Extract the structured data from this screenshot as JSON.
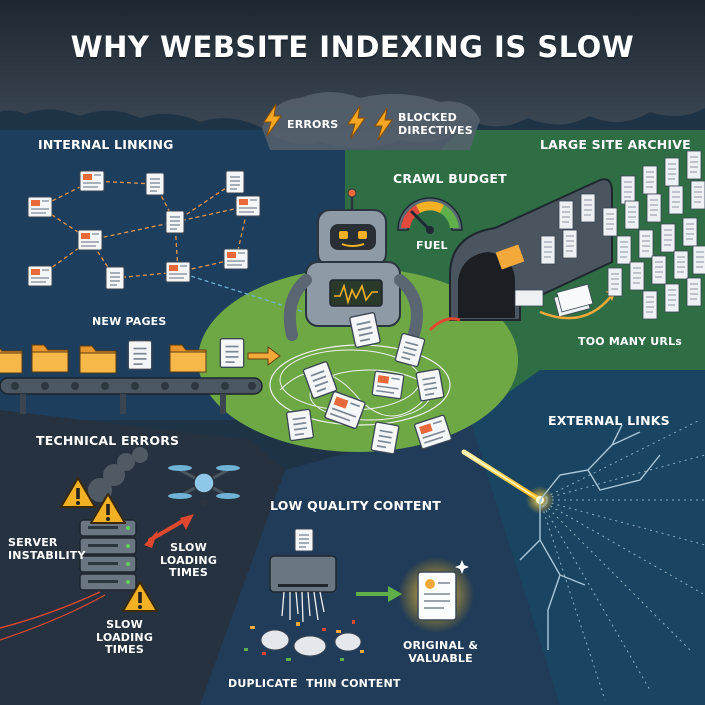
{
  "title": "WHY WEBSITE INDEXING IS SLOW",
  "top_labels": {
    "errors": "ERRORS",
    "blocked_line1": "BLOCKED",
    "blocked_line2": "DIRECTIVES"
  },
  "sections": {
    "internal_linking": "INTERNAL LINKING",
    "large_site_archive": "LARGE SITE ARCHIVE",
    "crawl_budget": "CRAWL BUDGET",
    "fuel": "FUEL",
    "new_pages": "NEW PAGES",
    "too_many_urls": "TOO MANY URLs",
    "technical_errors": "TECHNICAL ERRORS",
    "external_links": "EXTERNAL LINKS",
    "low_quality_content": "LOW QUALITY CONTENT"
  },
  "technical": {
    "server_line1": "SERVER",
    "server_line2": "INSTABILITY",
    "slow_a_line1": "SLOW",
    "slow_a_line2": "LOADING",
    "slow_a_line3": "TIMES",
    "slow_b_line1": "SLOW",
    "slow_b_line2": "LOADING",
    "slow_b_line3": "TIMES"
  },
  "content": {
    "duplicate": "DUPLICATE",
    "thin_content": "THIN CONTENT",
    "original_line1": "ORIGINAL &",
    "original_line2": "VALUABLE"
  },
  "colors": {
    "storm_sky": "#2e3a47",
    "internal_panel": "#1d3e5c",
    "archive_panel": "#2f6e45",
    "center_ellipse": "#6ea845",
    "bottom_left": "#263240",
    "bottom_mid": "#213c58",
    "bottom_right": "#1a4562",
    "lightning": "#f5a623",
    "warning": "#f2b124",
    "laser": "#ffd23f",
    "folder": "#f2a93a"
  }
}
